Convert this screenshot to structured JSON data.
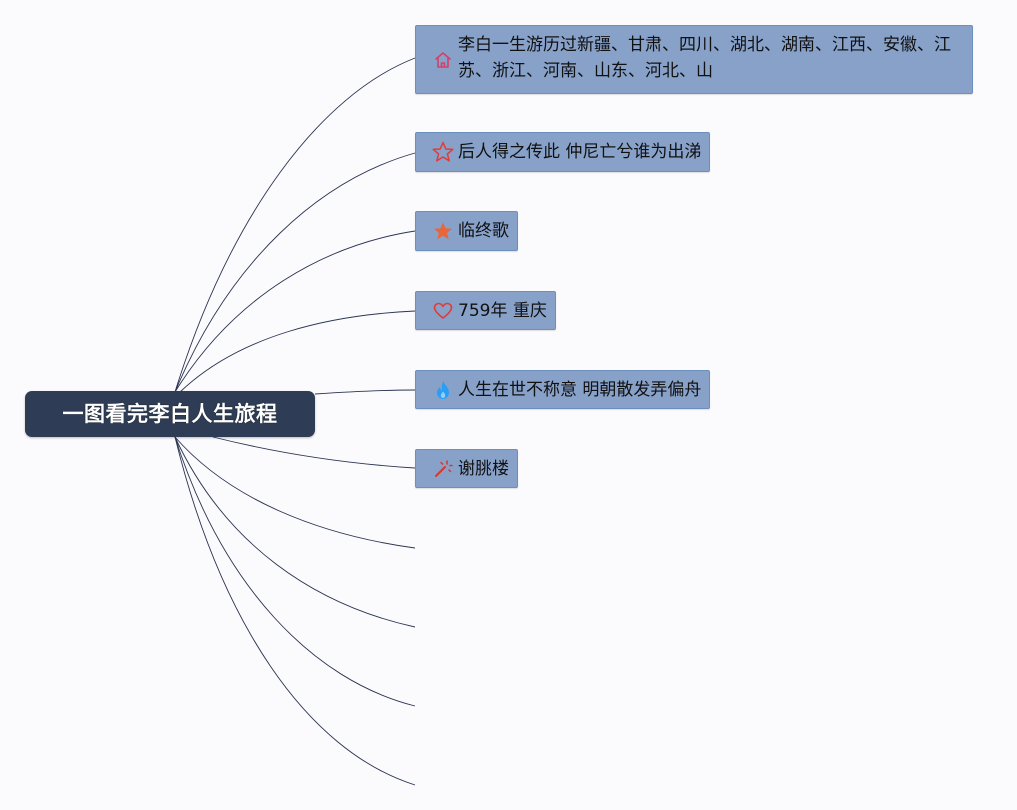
{
  "root": {
    "title": "一图看完李白人生旅程"
  },
  "branches": [
    {
      "text": "李白一生游历过新疆、甘肃、四川、湖北、湖南、江西、安徽、江苏、浙江、河南、山东、河北、山",
      "icon": "home-icon"
    },
    {
      "text": "后人得之传此 仲尼亡兮谁为出涕",
      "icon": "star-outline-icon"
    },
    {
      "text": "临终歌",
      "icon": "star-filled-icon"
    },
    {
      "text": "759年 重庆",
      "icon": "heart-icon"
    },
    {
      "text": "人生在世不称意 明朝散发弄偏舟",
      "icon": "flame-icon"
    },
    {
      "text": "谢朓楼",
      "icon": "magic-wand-icon"
    }
  ],
  "colors": {
    "root_fill": "#2e3d55",
    "branch_fill": "#87a1c9",
    "branch_border": "#6d8fbd",
    "connector": "#2b3352",
    "home_icon": "#d4406b",
    "star_outline_icon": "#e53935",
    "star_filled_icon": "#e8663a",
    "heart_icon": "#e53935",
    "flame_icon": "#2a9df4",
    "wand_icon": "#d9372b"
  }
}
